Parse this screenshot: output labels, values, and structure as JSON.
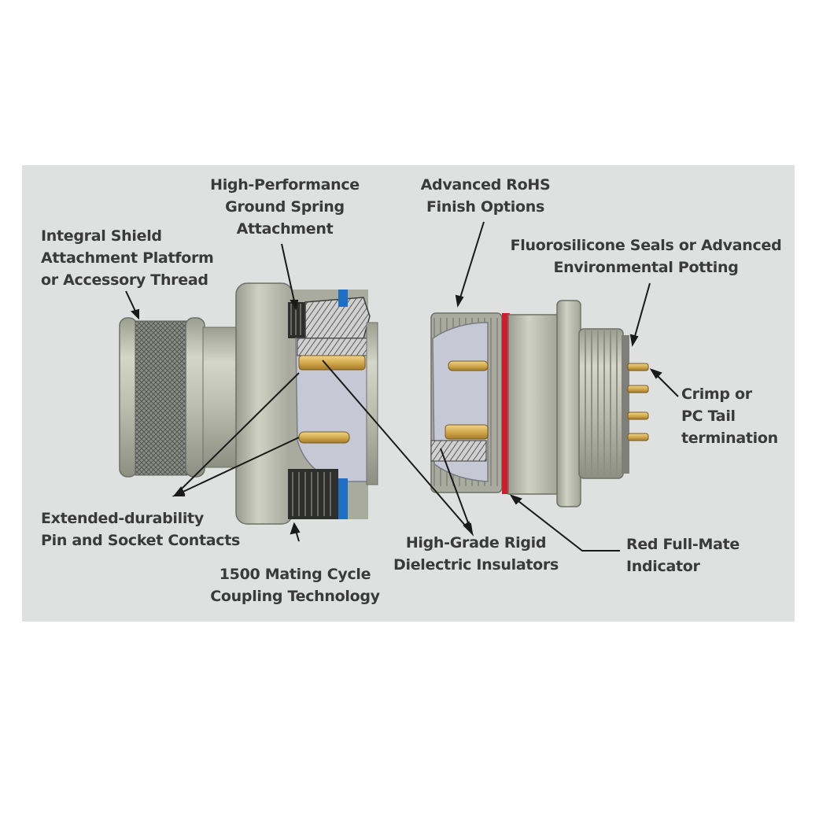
{
  "labels": {
    "ground_spring": "High-Performance\nGround Spring\nAttachment",
    "rohs": "Advanced RoHS\nFinish Options",
    "shield": "Integral Shield\nAttachment Platform\nor Accessory Thread",
    "seals": "Fluorosilicone Seals or Advanced\nEnvironmental  Potting",
    "crimp": "Crimp or\nPC Tail\ntermination",
    "contacts": "Extended-durability\nPin and Socket Contacts",
    "insulators": "High-Grade Rigid\nDielectric Insulators",
    "indicator": "Red Full-Mate\nIndicator",
    "coupling": "1500 Mating Cycle\nCoupling Technology"
  },
  "colors": {
    "panel_bg": "#dfe0e0",
    "body_metal": "#b9bbab",
    "knurl": "#7d7f7a",
    "insulator": "#c6c8d6",
    "contact_gold": "#d8b45c",
    "seal_blue": "#1e6fc4",
    "full_mate_red": "#d01c2a",
    "label_text": "#3a3a3a"
  }
}
